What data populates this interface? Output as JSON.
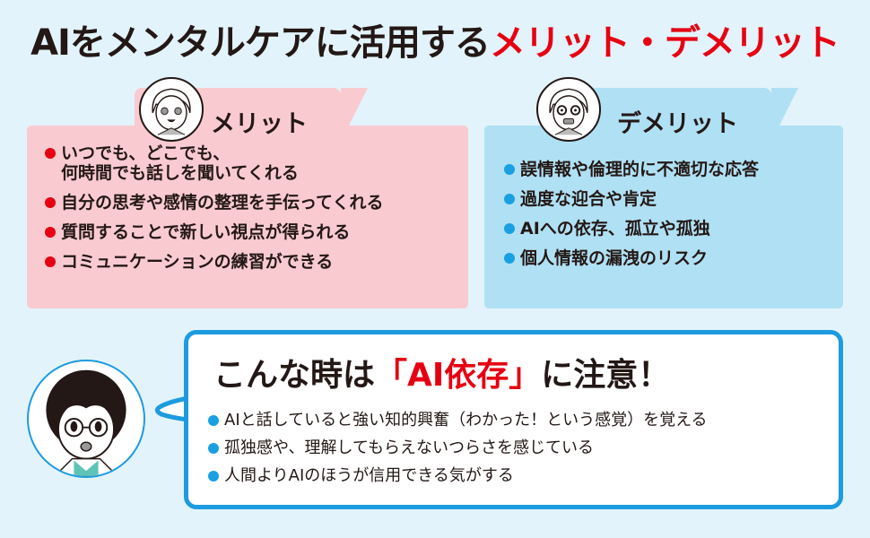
{
  "title": {
    "prefix": "AIをメンタルケアに活用する",
    "highlight": "メリット・デメリット"
  },
  "merit": {
    "label": "メリット",
    "items": [
      "いつでも、どこでも、",
      "何時間でも話しを聞いてくれる",
      "自分の思考や感情の整理を手伝ってくれる",
      "質問することで新しい視点が得られる",
      "コミュニケーションの練習ができる"
    ]
  },
  "demerit": {
    "label": "デメリット",
    "items": [
      "誤情報や倫理的に不適切な応答",
      "過度な迎合や肯定",
      "AIへの依存、孤立や孤独",
      "個人情報の漏洩のリスク"
    ]
  },
  "warning": {
    "heading_prefix": "こんな時は",
    "heading_highlight": "「AI依存」",
    "heading_suffix": "に注意！",
    "items": [
      "AIと話していると強い知的興奮（わかった！という感覚）を覚える",
      "孤独感や、理解してもらえないつらさを感じている",
      "人間よりAIのほうが信用できる気がする"
    ]
  },
  "colors": {
    "background": "#e3f3fb",
    "accent_red": "#e60012",
    "accent_blue": "#1d9be0",
    "merit_bg": "#f9cbd1",
    "demerit_bg": "#b0e0f4",
    "text": "#231815"
  },
  "icons": {
    "merit_avatar": "smiling-woman-avatar",
    "demerit_avatar": "worried-woman-avatar",
    "speaker_avatar": "glasses-person-avatar"
  }
}
